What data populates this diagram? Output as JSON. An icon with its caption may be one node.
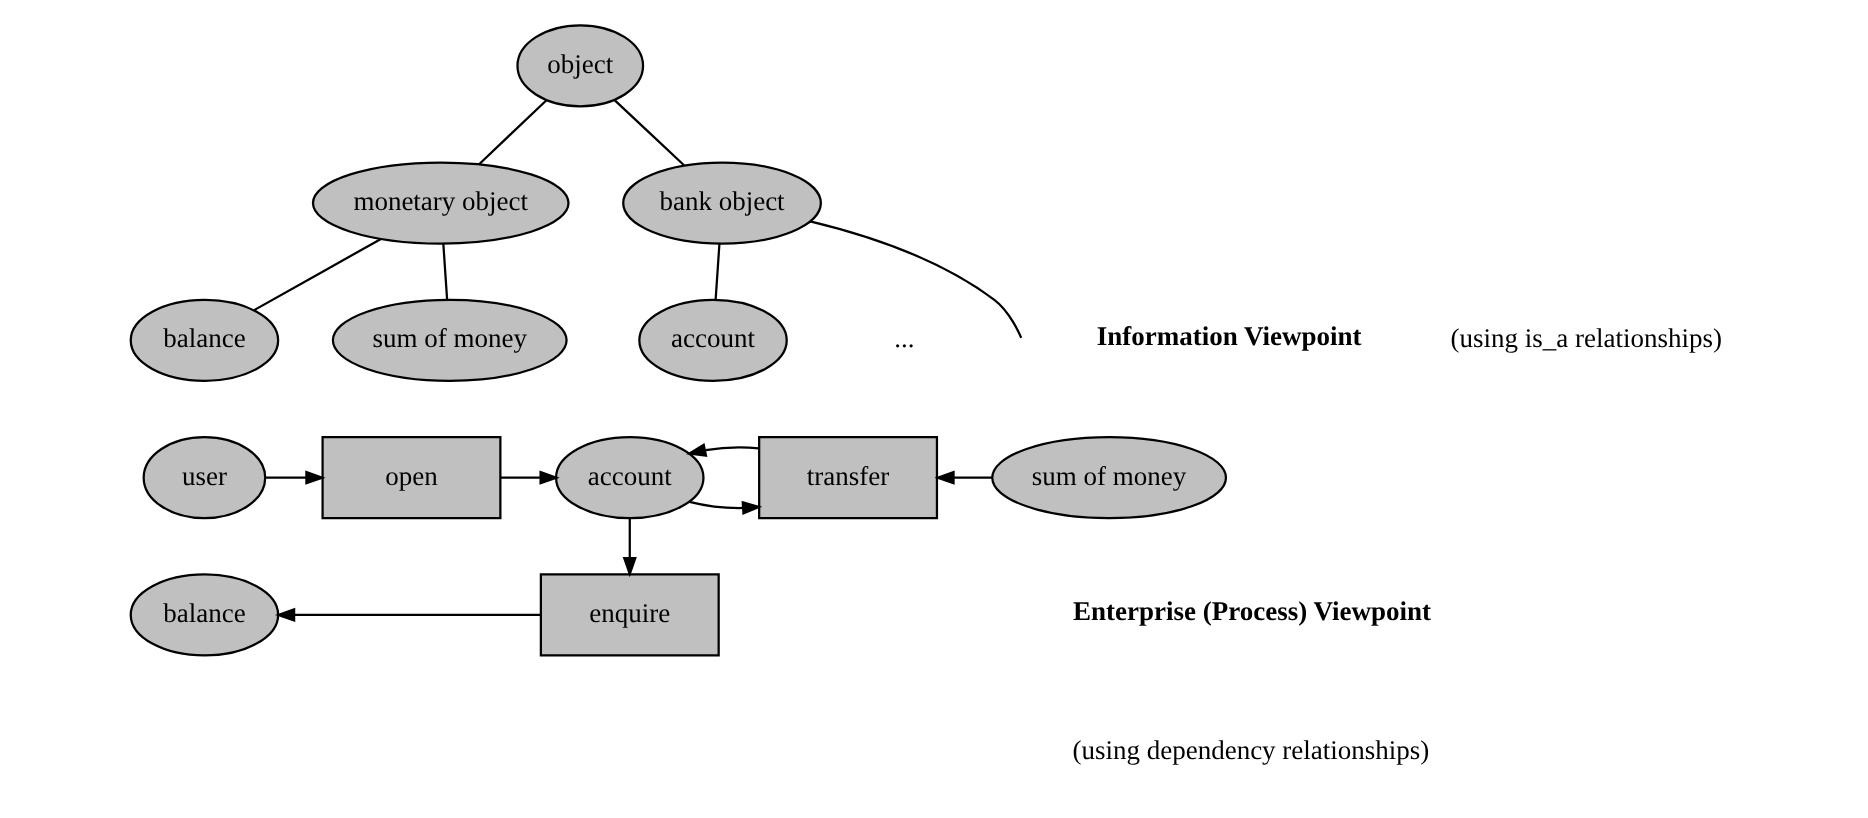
{
  "diagram": {
    "nodes": [
      {
        "text": [
          "object"
        ]
      },
      {
        "text": [
          "monetary object"
        ]
      },
      {
        "text": [
          "bank object"
        ]
      },
      {
        "text": [
          "balance"
        ]
      },
      {
        "text": [
          "sum of money"
        ]
      },
      {
        "text": [
          "account"
        ]
      },
      {
        "text": [
          "user"
        ]
      },
      {
        "text": [
          "open"
        ]
      },
      {
        "text": [
          "account"
        ]
      },
      {
        "text": [
          "transfer"
        ]
      },
      {
        "text": [
          "sum of money"
        ]
      },
      {
        "text": [
          "balance"
        ]
      },
      {
        "text": [
          "enquire"
        ]
      }
    ],
    "edges": [
      {
        "from": 0,
        "to": 1,
        "arrow": "none"
      },
      {
        "from": 0,
        "to": 2,
        "arrow": "none"
      },
      {
        "from": 1,
        "to": 3,
        "arrow": "none"
      },
      {
        "from": 1,
        "to": 4,
        "arrow": "none"
      },
      {
        "from": 2,
        "to": 5,
        "arrow": "none"
      },
      {
        "from": 2,
        "to": null,
        "arrow": "none"
      },
      {
        "from": 6,
        "to": 7,
        "arrow": "to"
      },
      {
        "from": 7,
        "to": 8,
        "arrow": "to"
      },
      {
        "from": 8,
        "to": 12,
        "arrow": "to"
      },
      {
        "from": 12,
        "to": 11,
        "arrow": "to"
      },
      {
        "from": 8,
        "to": 9,
        "arrow": "to"
      },
      {
        "from": 10,
        "to": 9,
        "arrow": "to"
      },
      {
        "from": 9,
        "to": 8,
        "arrow": "to"
      }
    ],
    "labels": [
      "...",
      "Information Viewpoint",
      "(using is_a relationships)",
      "Enterprise (Process) Viewpoint",
      "(using dependency relationships)"
    ]
  }
}
